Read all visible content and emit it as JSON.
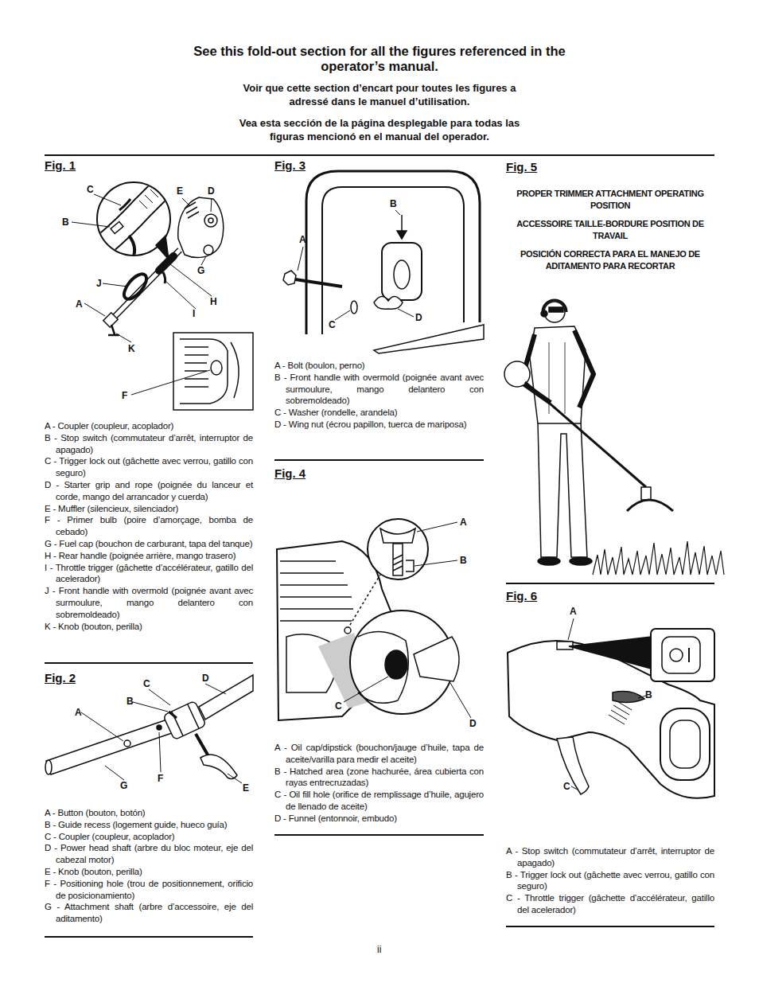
{
  "diagram": {
    "title": "See this fold-out section for all the figures referenced in the operator’s manual.",
    "labels": [
      "Voir que cette section d’encart pour toutes les figures a adressé dans le manuel d’utilisation.",
      "Vea esta sección de la página desplegable para todas las figuras mencionó en el manual del operador.",
      "Fig. 1",
      "C",
      "E",
      "D",
      "B",
      "G",
      "J",
      "A",
      "H",
      "I",
      "K",
      "F",
      "A - Coupler (coupleur, acoplador)",
      "B - Stop switch (commutateur d’arrêt, interruptor de apagado)",
      "C - Trigger lock out (gâchette avec verrou, gatillo con seguro)",
      "D - Starter grip and rope (poignée du lanceur et corde, mango del arrancador y cuerda)",
      "E - Muffler (silencieux, silenciador)",
      "F - Primer bulb (poire d’amorçage, bomba de cebado)",
      "G - Fuel cap (bouchon de carburant, tapa del tanque)",
      "H - Rear handle (poignée arrière, mango trasero)",
      "I - Throttle trigger (gâchette d’accélérateur, gatillo del acelerador)",
      "J - Front handle with overmold (poignée avant avec surmoulure, mango delantero con sobremoldeado)",
      "K - Knob (bouton, perilla)",
      "Fig. 2",
      "C",
      "D",
      "B",
      "A",
      "F",
      "G",
      "E",
      "A - Button (bouton, botón)",
      "B - Guide recess (logement guide, hueco guía)",
      "C - Coupler (coupleur, acoplador)",
      "D - Power head shaft (arbre du bloc moteur, eje del cabezal motor)",
      "E - Knob (bouton, perilla)",
      "F - Positioning hole (trou de positionnement, orificio de posicionamiento)",
      "G - Attachment shaft (arbre d’accessoire, eje del aditamento)",
      "Fig. 3",
      "B",
      "A",
      "C",
      "D",
      "A - Bolt (boulon, perno)",
      "B - Front handle with overmold (poignée avant avec surmoulure, mango delantero con sobremoldeado)",
      "C - Washer (rondelle, arandela)",
      "D - Wing nut (écrou papillon, tuerca de mariposa)",
      "Fig. 4",
      "A",
      "B",
      "C",
      "D",
      "A - Oil cap/dipstick (bouchon/jauge d’huile, tapa de aceite/varilla para medir el aceite)",
      "B - Hatched area (zone hachurée, área cubierta con rayas entrecruzadas)",
      "C - Oil fill hole (orifice de remplissage d’huile, agujero de llenado de aceite)",
      "D - Funnel (entonnoir, embudo)",
      "Fig. 5",
      "PROPER TRIMMER ATTACHMENT OPERATING POSITION",
      "ACCESSOIRE TAILLE-BORDURE POSITION DE TRAVAIL",
      "POSICIÓN CORRECTA PARA EL MANEJO DE ADITAMENTO PARA RECORTAR",
      "Fig. 6",
      "A",
      "B",
      "C",
      "A - Stop switch (commutateur d’arrêt, interruptor de apagado)",
      "B - Trigger lock out (gâchette avec verrou, gatillo con seguro)",
      "C - Throttle trigger (gâchette d’accélérateur, gatillo del acelerador)",
      "ii"
    ]
  }
}
